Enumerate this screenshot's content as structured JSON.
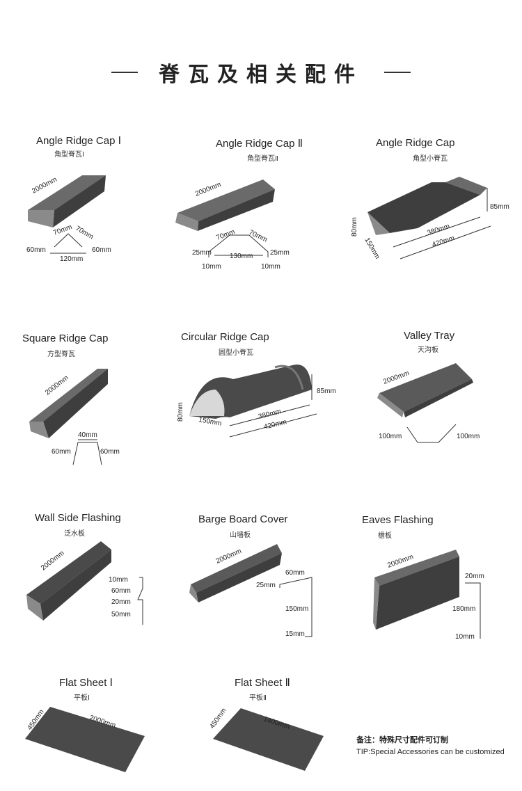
{
  "title": "脊瓦及相关配件",
  "colors": {
    "metal": "#4a4a4a",
    "metal_top": "#6a6a6a",
    "metal_light": "#8a8a8a",
    "inner": "#d8d8d8"
  },
  "items": [
    {
      "title": "Angle Ridge Cap Ⅰ",
      "sub": "角型脊瓦Ⅰ",
      "dims": [
        "2000mm",
        "70mm",
        "70mm",
        "60mm",
        "60mm",
        "120mm"
      ]
    },
    {
      "title": "Angle Ridge Cap Ⅱ",
      "sub": "角型脊瓦Ⅱ",
      "dims": [
        "2000mm",
        "70mm",
        "70mm",
        "25mm",
        "25mm",
        "130mm",
        "10mm",
        "10mm"
      ]
    },
    {
      "title": "Angle Ridge Cap",
      "sub": "角型小脊瓦",
      "dims": [
        "85mm",
        "80mm",
        "150mm",
        "380mm",
        "420mm"
      ]
    },
    {
      "title": "Square Ridge Cap",
      "sub": "方型脊瓦",
      "dims": [
        "2000mm",
        "40mm",
        "60mm",
        "60mm"
      ]
    },
    {
      "title": "Circular Ridge Cap",
      "sub": "圆型小脊瓦",
      "dims": [
        "85mm",
        "80mm",
        "150mm",
        "380mm",
        "420mm"
      ]
    },
    {
      "title": "Valley Tray",
      "sub": "天沟板",
      "dims": [
        "2000mm",
        "100mm",
        "100mm"
      ]
    },
    {
      "title": "Wall Side Flashing",
      "sub": "泛水板",
      "dims": [
        "2000mm",
        "10mm",
        "60mm",
        "20mm",
        "50mm"
      ]
    },
    {
      "title": "Barge Board Cover",
      "sub": "山墙板",
      "dims": [
        "2000mm",
        "60mm",
        "25mm",
        "150mm",
        "15mm"
      ]
    },
    {
      "title": "Eaves Flashing",
      "sub": "檐板",
      "dims": [
        "2000mm",
        "20mm",
        "180mm",
        "10mm"
      ]
    },
    {
      "title": "Flat Sheet Ⅰ",
      "sub": "平板Ⅰ",
      "dims": [
        "450mm",
        "2000mm"
      ]
    },
    {
      "title": "Flat Sheet Ⅱ",
      "sub": "平板Ⅱ",
      "dims": [
        "450mm",
        "1400mm"
      ]
    }
  ],
  "note": {
    "cn": "备注：特殊尺寸配件可订制",
    "en": "TIP:Special Accessories can be customized"
  }
}
